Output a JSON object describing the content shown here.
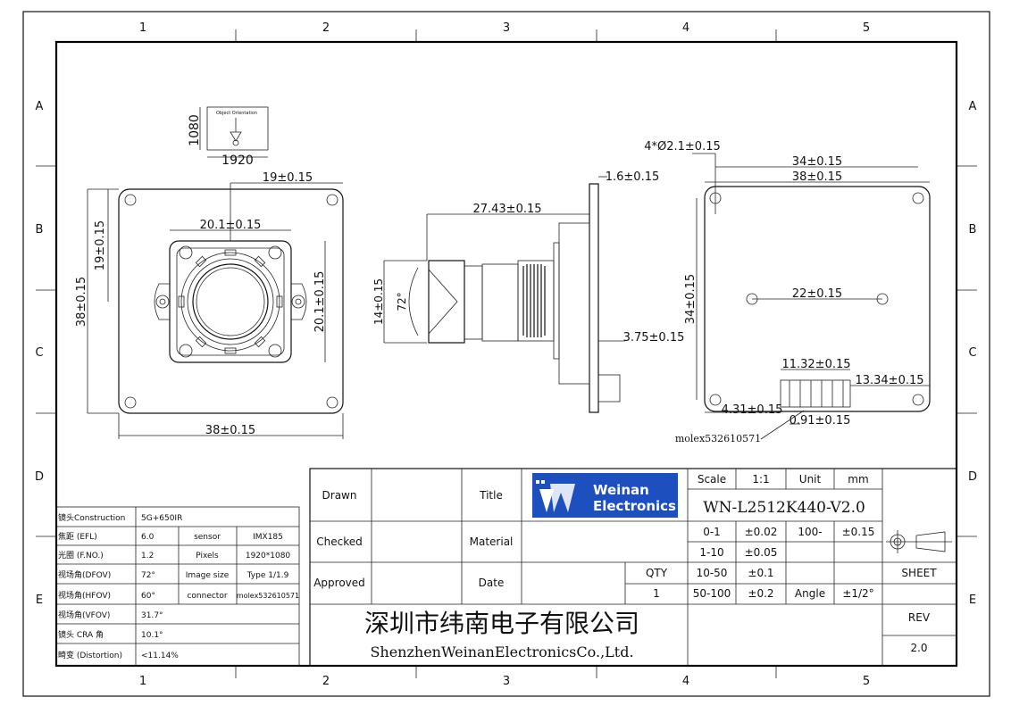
{
  "frame": {
    "columns": [
      "1",
      "2",
      "3",
      "4",
      "5"
    ],
    "rows": [
      "A",
      "B",
      "C",
      "D",
      "E"
    ]
  },
  "resolution_box": {
    "v_label": "1080",
    "h_label": "1920",
    "caption": "Object Orientation"
  },
  "front_view": {
    "dim_top": "19±0.15",
    "dim_inner_w": "20.1±0.15",
    "dim_inner_h": "19±0.15",
    "dim_outer_h": "38±0.15",
    "dim_right_h": "20.1±0.15",
    "dim_bottom": "38±0.15"
  },
  "side_view": {
    "dim_thick": "1.6±0.15",
    "dim_len": "27.43±0.15",
    "dim_h": "14±0.15",
    "angle": "72°",
    "dim_back": "3.75±0.15"
  },
  "back_view": {
    "holes": "4*Ø2.1±0.15",
    "dim_34": "34±0.15",
    "dim_38": "38±0.15",
    "dim_side": "34±0.15",
    "dim_22": "22±0.15",
    "dim_1132": "11.32±0.15",
    "dim_1334": "13.34±0.15",
    "dim_431": "4.31±0.15",
    "dim_091": "0.91±0.15",
    "connector": "molex532610571"
  },
  "spec_table": [
    [
      "镜头Construction",
      "5G+650IR",
      "",
      ""
    ],
    [
      "焦距 (EFL)",
      "6.0",
      "sensor",
      "IMX185"
    ],
    [
      "光圈 (F.NO.)",
      "1.2",
      "Pixels",
      "1920*1080"
    ],
    [
      "视场角(DFOV)",
      "72°",
      "Image size",
      "Type 1/1.9"
    ],
    [
      "视场角(HFOV)",
      "60°",
      "connector",
      "molex532610571"
    ],
    [
      "视场角(VFOV)",
      "31.7°",
      "",
      ""
    ],
    [
      "镜头 CRA 角",
      "10.1°",
      "",
      ""
    ],
    [
      "畸变 (Distortion)",
      "<11.14%",
      "",
      ""
    ]
  ],
  "title_block": {
    "drawn": "Drawn",
    "checked": "Checked",
    "approved": "Approved",
    "title": "Title",
    "material": "Material",
    "date": "Date",
    "logo_line1": "Weinan",
    "logo_line2": "Electronics",
    "scale_label": "Scale",
    "scale_value": "1:1",
    "unit_label": "Unit",
    "unit_value": "mm",
    "part_no": "WN-L2512K440-V2.0",
    "tol": [
      [
        "0-1",
        "±0.02",
        "100-",
        "±0.15"
      ],
      [
        "1-10",
        "±0.05",
        "",
        ""
      ],
      [
        "10-50",
        "±0.1",
        "",
        ""
      ],
      [
        "50-100",
        "±0.2",
        "Angle",
        "±1/2°"
      ]
    ],
    "qty_label": "QTY",
    "qty_value": "1",
    "sheet_label": "SHEET",
    "rev_label": "REV",
    "rev_value": "2.0",
    "company_cn": "深圳市纬南电子有限公司",
    "company_en": "ShenzhenWeinanElectronicsCo.,Ltd."
  },
  "colors": {
    "logo_bg": "#1e4fbf",
    "logo_fg": "#ffffff",
    "line": "#111111"
  }
}
